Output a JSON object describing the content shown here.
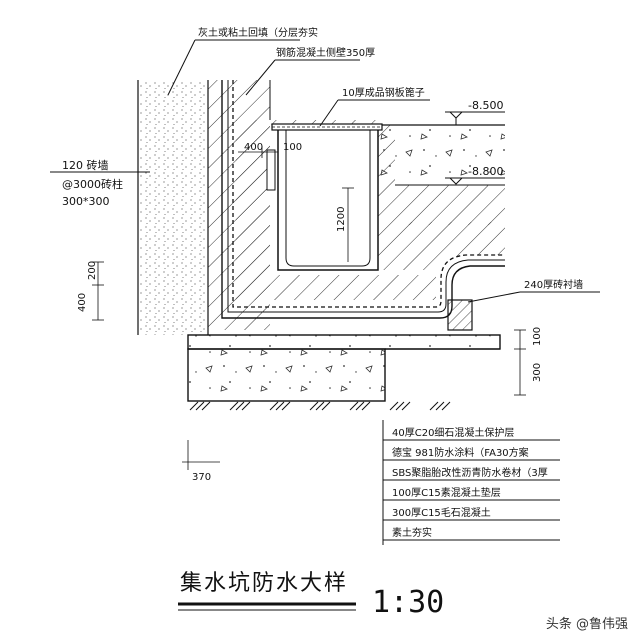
{
  "labels": {
    "backfill": "灰土或粘土回填（分层夯实",
    "rc_wall": "钢筋混凝土侧壁350厚",
    "grate": "10厚成品钢板篦子",
    "elev_top": "-8.500",
    "elev_pit": "-8.800",
    "brick_wall_1": "120 砖墙",
    "brick_wall_2": "@3000砖柱",
    "brick_wall_3": "300*300",
    "brick_lining": "240厚砖衬墙"
  },
  "dims": {
    "d400_top": "400",
    "d100_top": "100",
    "d1200": "1200",
    "d200": "200",
    "d400_left": "400",
    "d100_right": "100",
    "d300_right": "300",
    "d370": "370"
  },
  "layers": [
    "40厚C20细石混凝土保护层",
    "德宝 981防水涂料（FA30方案",
    "SBS聚脂胎改性沥青防水卷材（3厚",
    "100厚C15素混凝土垫层",
    "300厚C15毛石混凝土",
    "素土夯实"
  ],
  "title": "集水坑防水大样",
  "scale": "1:30",
  "watermark": "头条 @鲁伟强",
  "colors": {
    "line": "#111111",
    "paper": "#ffffff"
  }
}
